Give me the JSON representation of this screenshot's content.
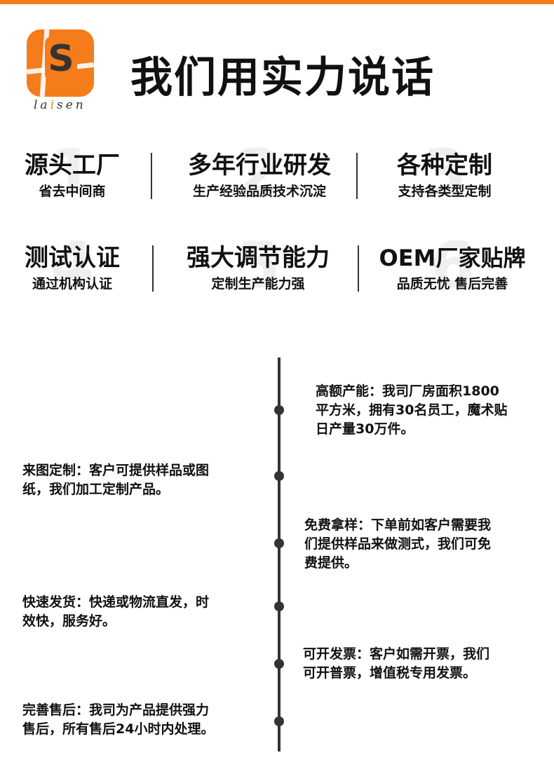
{
  "brand": {
    "logo_letter": "S",
    "logo_text_parts": [
      "la",
      "i",
      "sen"
    ],
    "accent_color": "#f57c1a"
  },
  "headline": "我们用实力说话",
  "features": [
    {
      "num": "1",
      "title": "源头工厂",
      "sub": "省去中间商"
    },
    {
      "num": "2",
      "title": "多年行业研发",
      "sub": "生产经验品质技术沉淀"
    },
    {
      "num": "3",
      "title": "各种定制",
      "sub": "支持各类型定制"
    },
    {
      "num": "4",
      "title": "测试认证",
      "sub": "通过机构认证"
    },
    {
      "num": "5",
      "title": "强大调节能力",
      "sub": "定制生产能力强"
    },
    {
      "num": "6",
      "title": "OEM厂家贴牌",
      "sub": "品质无忧 售后完善"
    }
  ],
  "timeline": [
    {
      "key": "高额产能：",
      "lines": [
        "我司厂房面积1800",
        "平方米，拥有30名员工，魔术贴",
        "日产量30万件。"
      ]
    },
    {
      "key": "来图定制：",
      "lines": [
        "客户可提供样品或图",
        "纸，我们加工定制产品。"
      ]
    },
    {
      "key": "免费拿样：",
      "lines": [
        "下单前如客户需要我",
        "们提供样品来做测式，我们可免",
        "费提供。"
      ]
    },
    {
      "key": "快速发货：",
      "lines": [
        "快递或物流直发，时",
        "效快，服务好。"
      ]
    },
    {
      "key": "可开发票：",
      "lines": [
        "客户如需开票，我们",
        "可开普票，增值税专用发票。"
      ]
    },
    {
      "key": "完善售后：",
      "lines": [
        "我司为产品提供强力",
        "售后，所有售后24小时内处理。"
      ]
    }
  ]
}
